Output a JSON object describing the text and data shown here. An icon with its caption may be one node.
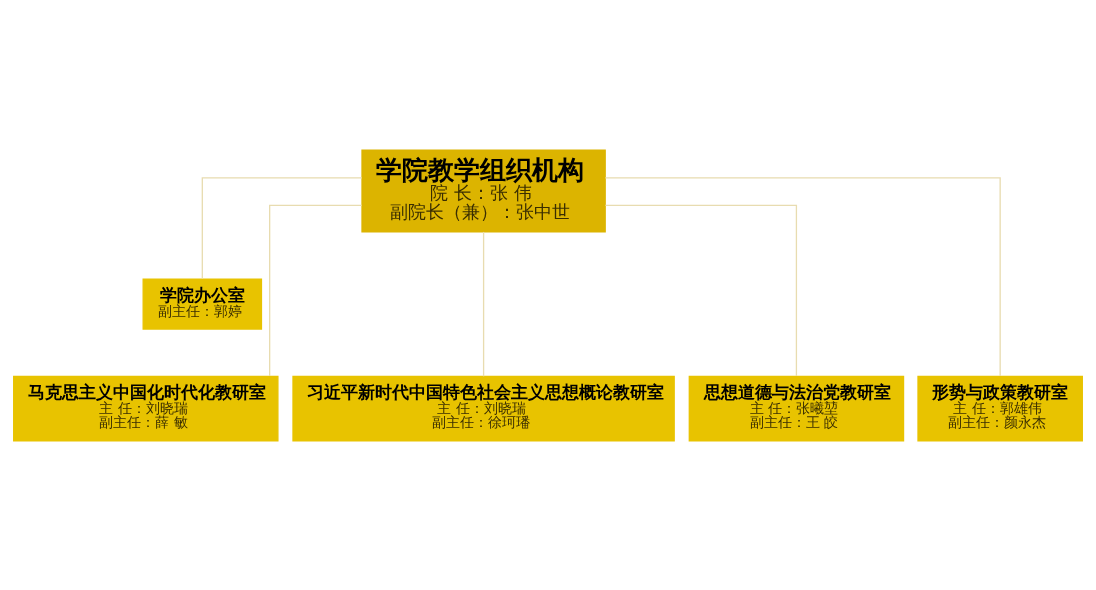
{
  "diagram": {
    "nodes": [
      {
        "text": [
          "学院教学组织机构",
          "院 长：张 伟",
          "副院长（兼）：张中世"
        ]
      },
      {
        "text": [
          "学院办公室",
          "副主任：郭婷"
        ]
      },
      {
        "text": [
          "马克思主义中国化时代化教研室",
          "主 任：刘晓瑞",
          "副主任：薛 敏"
        ]
      },
      {
        "text": [
          "习近平新时代中国特色社会主义思想概论教研室",
          "主 任：刘晓瑞",
          "副主任：徐珂璠"
        ]
      },
      {
        "text": [
          "思想道德与法治党教研室",
          "主 任：张曦堃",
          "副主任：王 皎"
        ]
      },
      {
        "text": [
          "形势与政策教研室",
          "主 任：郭雄伟",
          "副主任：颜永杰"
        ]
      }
    ],
    "edges": [
      {
        "from": 0,
        "to": 1,
        "arrow": "none"
      },
      {
        "from": 0,
        "to": 2,
        "arrow": "none"
      },
      {
        "from": 0,
        "to": 3,
        "arrow": "none"
      },
      {
        "from": 0,
        "to": 4,
        "arrow": "none"
      },
      {
        "from": 0,
        "to": 5,
        "arrow": "none"
      }
    ]
  }
}
